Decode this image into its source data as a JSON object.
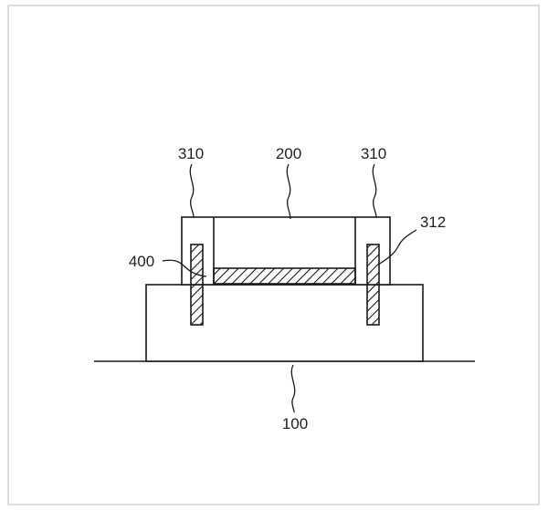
{
  "figure": {
    "labels": {
      "substrate": "100",
      "main_body": "200",
      "side_left": "310",
      "side_right": "310",
      "pin": "312",
      "layer": "400"
    }
  },
  "colors": {
    "frame": "#c8c8c8",
    "line": "#1a1a1a",
    "background": "#ffffff"
  }
}
